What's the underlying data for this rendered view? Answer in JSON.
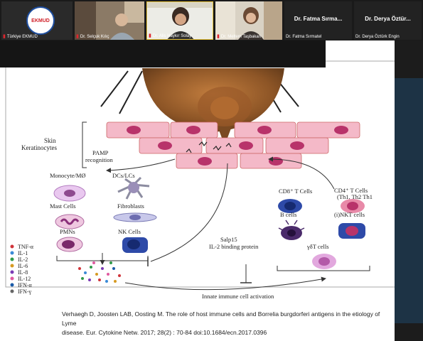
{
  "participants": [
    {
      "name": "Türkiye EKMUD",
      "logo": "EKMUD"
    },
    {
      "name": "Dr. Selçuk Kılıç"
    },
    {
      "name": "Dr. Alis Haykır Solay"
    },
    {
      "name": "Dr. Meltem Taşbakan"
    },
    {
      "name": "Dr. Fatma Sırmatel",
      "short": "Dr. Fatma Sırma..."
    },
    {
      "name": "Dr. Derya Öztürk Engin",
      "short": "Dr. Derya Öztür..."
    }
  ],
  "slide": {
    "labels": {
      "skin": "Skin",
      "keratinocytes": "Keratinocytes",
      "pamp": "PAMP",
      "recognition": "recognition",
      "monocyte": "Monocyte/MØ",
      "dcs": "DCs/LCs",
      "mast": "Mast Cells",
      "fibro": "Fibroblasts",
      "pmns": "PMNs",
      "nk": "NK Cells",
      "cd8": "CD8⁺ T Cells",
      "cd4": "CD4⁺ T Cells",
      "th": "(Th1, Th2 Th1",
      "bcells": "B cells",
      "inkt": "(i)NKT cells",
      "gdt": "γδT cells",
      "salp1": "Salp15",
      "salp2": "IL-2 binding protein",
      "innate": "Innate immune cell activation"
    },
    "cytokines": [
      "TNF-α",
      "IL-1",
      "IL-2",
      "IL-6",
      "IL-8",
      "IL-12",
      "IFN-α",
      "IFN-γ"
    ],
    "reference": {
      "line1": "Verhaegh D, Joosten LAB, Oosting M. The role of host immune cells and Borrelia burgdorferi antigens in the etiology of Lyme",
      "line2": "disease. Eur. Cytokine Netw. 2017; 28(2) : 70-84 doi:10.1684/ecn.2017.0396"
    }
  },
  "colors": {
    "skin_cell": "#f4b9c8",
    "nucleus": "#b8336a",
    "tick": "#a5652e",
    "mic_muted": "#e0252e",
    "side_panel": "#1d3345"
  }
}
